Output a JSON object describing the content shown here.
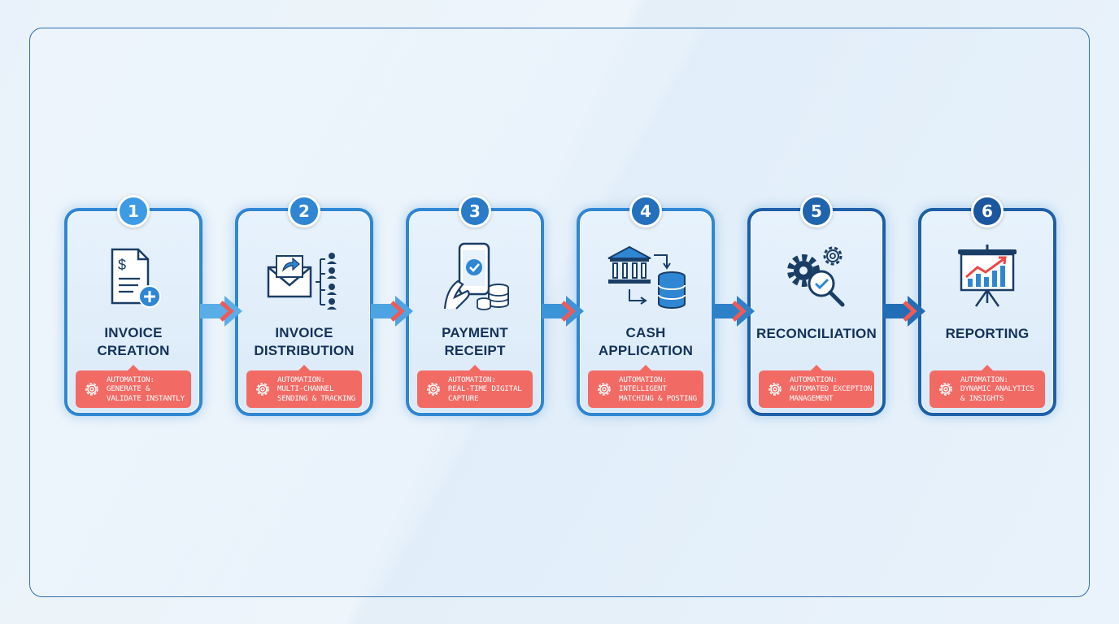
{
  "steps": [
    {
      "number": "1",
      "title": [
        "INVOICE",
        "CREATION"
      ],
      "automation": [
        "AUTOMATION:",
        "GENERATE &",
        "VALIDATE INSTANTLY"
      ],
      "icon": "invoice-dollar-add-icon",
      "badge_color": "#3d9be6"
    },
    {
      "number": "2",
      "title": [
        "INVOICE",
        "DISTRIBUTION"
      ],
      "automation": [
        "AUTOMATION:",
        "MULTI-CHANNEL",
        "SENDING & TRACKING"
      ],
      "icon": "envelope-share-recipients-icon",
      "badge_color": "#2f86d3"
    },
    {
      "number": "3",
      "title": [
        "PAYMENT",
        "RECEIPT"
      ],
      "automation": [
        "AUTOMATION:",
        "REAL-TIME DIGITAL",
        "CAPTURE"
      ],
      "icon": "mobile-payment-coins-icon",
      "badge_color": "#2a7cc9"
    },
    {
      "number": "4",
      "title": [
        "CASH",
        "APPLICATION"
      ],
      "automation": [
        "AUTOMATION:",
        "INTELLIGENT",
        "MATCHING & POSTING"
      ],
      "icon": "bank-database-transfer-icon",
      "badge_color": "#2470bd"
    },
    {
      "number": "5",
      "title": [
        "RECONCILIATION"
      ],
      "automation": [
        "AUTOMATION:",
        "AUTOMATED EXCEPTION",
        "MANAGEMENT"
      ],
      "icon": "gears-magnifier-check-icon",
      "badge_color": "#1f64ad"
    },
    {
      "number": "6",
      "title": [
        "REPORTING"
      ],
      "automation": [
        "AUTOMATION:",
        "DYNAMIC ANALYTICS",
        "& INSIGHTS"
      ],
      "icon": "presentation-chart-growth-icon",
      "badge_color": "#1a579f"
    }
  ],
  "colors": {
    "primary": "#2f86d3",
    "dark_primary": "#1d5fa8",
    "accent": "#f26a64",
    "title_text": "#13325a"
  }
}
